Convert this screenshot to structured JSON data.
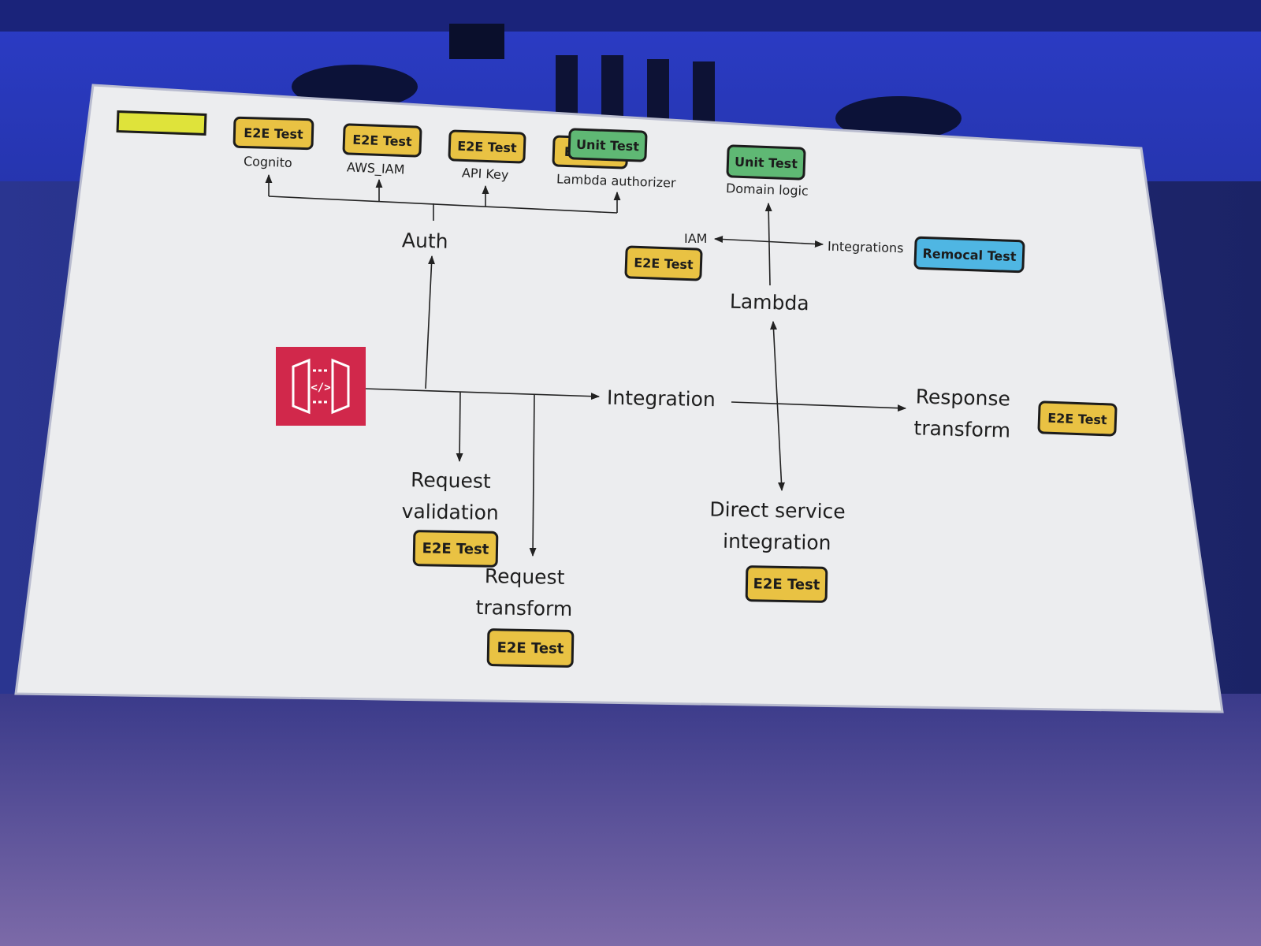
{
  "colors": {
    "e2e_fill": "#e9c243",
    "unit_fill": "#5fb874",
    "remocal_fill": "#4fb6e3",
    "swatch_fill": "#dfe33a",
    "api_icon_bg": "#d1284b",
    "slide_bg": "#ecedef"
  },
  "badges": {
    "cognito": "E2E Test",
    "aws_iam": "E2E Test",
    "api_key": "E2E Test",
    "lambda_auth_back": "E",
    "lambda_auth_unit": "Unit Test",
    "domain_unit": "Unit Test",
    "iam": "E2E Test",
    "remocal": "Remocal Test",
    "response": "E2E Test",
    "req_validation": "E2E Test",
    "direct_service": "E2E Test",
    "req_transform": "E2E Test"
  },
  "labels": {
    "cognito": "Cognito",
    "aws_iam": "AWS_IAM",
    "api_key": "API Key",
    "lambda_authorizer": "Lambda authorizer",
    "domain_logic": "Domain logic",
    "iam": "IAM",
    "integrations": "Integrations",
    "auth": "Auth",
    "lambda": "Lambda",
    "integration": "Integration",
    "response_line1": "Response",
    "response_line2": "transform",
    "req_validation_line1": "Request",
    "req_validation_line2": "validation",
    "req_transform_line1": "Request",
    "req_transform_line2": "transform",
    "direct_line1": "Direct service",
    "direct_line2": "integration"
  },
  "icons": {
    "api_gateway": "api-gateway-icon"
  }
}
